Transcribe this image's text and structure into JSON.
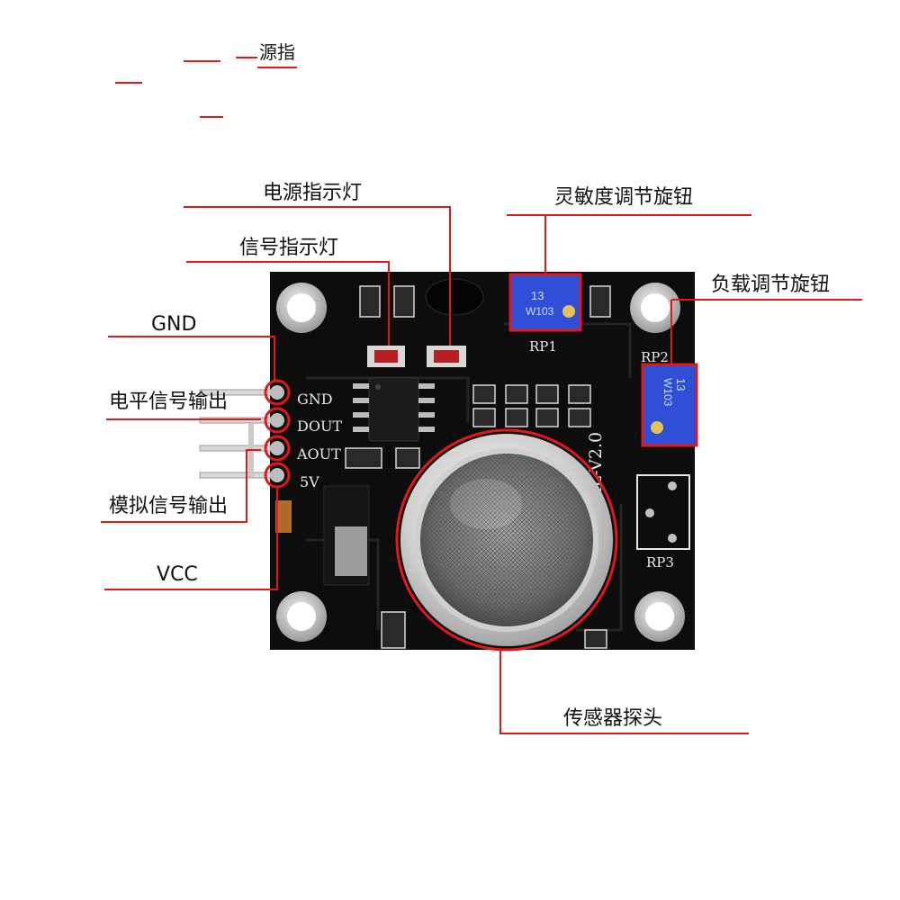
{
  "artifact": {
    "text": "源指"
  },
  "callouts": {
    "power_led": "电源指示灯",
    "signal_led": "信号指示灯",
    "sensitivity_knob": "灵敏度调节旋钮",
    "load_knob": "负载调节旋钮",
    "gnd": "GND",
    "level_output": "电平信号输出",
    "analog_output": "模拟信号输出",
    "vcc": "VCC",
    "probe": "传感器探头"
  },
  "board": {
    "pins": [
      "GND",
      "DOUT",
      "AOUT",
      "5V"
    ],
    "version": "XL-V2.0",
    "rp1": "RP1",
    "rp2": "RP2",
    "rp3": "RP3",
    "pot_code_1": "13",
    "pot_value_1": "W103",
    "pot_code_2": "13",
    "pot_value_2": "W103"
  },
  "colors": {
    "callout_line": "#e0181c",
    "pcb": "#0d0d0d",
    "pot_blue": "#2e4fd6",
    "silkscreen": "#e8e8e8"
  }
}
